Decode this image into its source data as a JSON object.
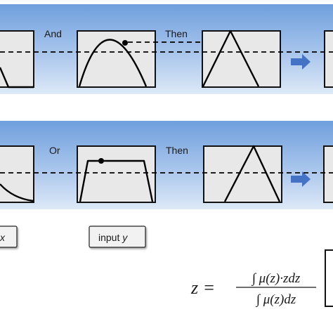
{
  "rules": [
    {
      "connector": "And",
      "then": "Then"
    },
    {
      "connector": "Or",
      "then": "Then"
    }
  ],
  "inputs": {
    "x_prefix": "",
    "x_var": "x",
    "y_prefix": "input ",
    "y_var": "y"
  },
  "formula": {
    "lhs": "z =",
    "numerator": "∫ μ(z)·zdz",
    "denominator": "∫ μ(z)dz"
  },
  "colors": {
    "band_top": "#6f9fdd",
    "band_bottom": "#dde9f7",
    "arrow": "#4472c4",
    "panel_fill": "#e8e8e8"
  },
  "icons": [
    "right-arrow-icon"
  ]
}
